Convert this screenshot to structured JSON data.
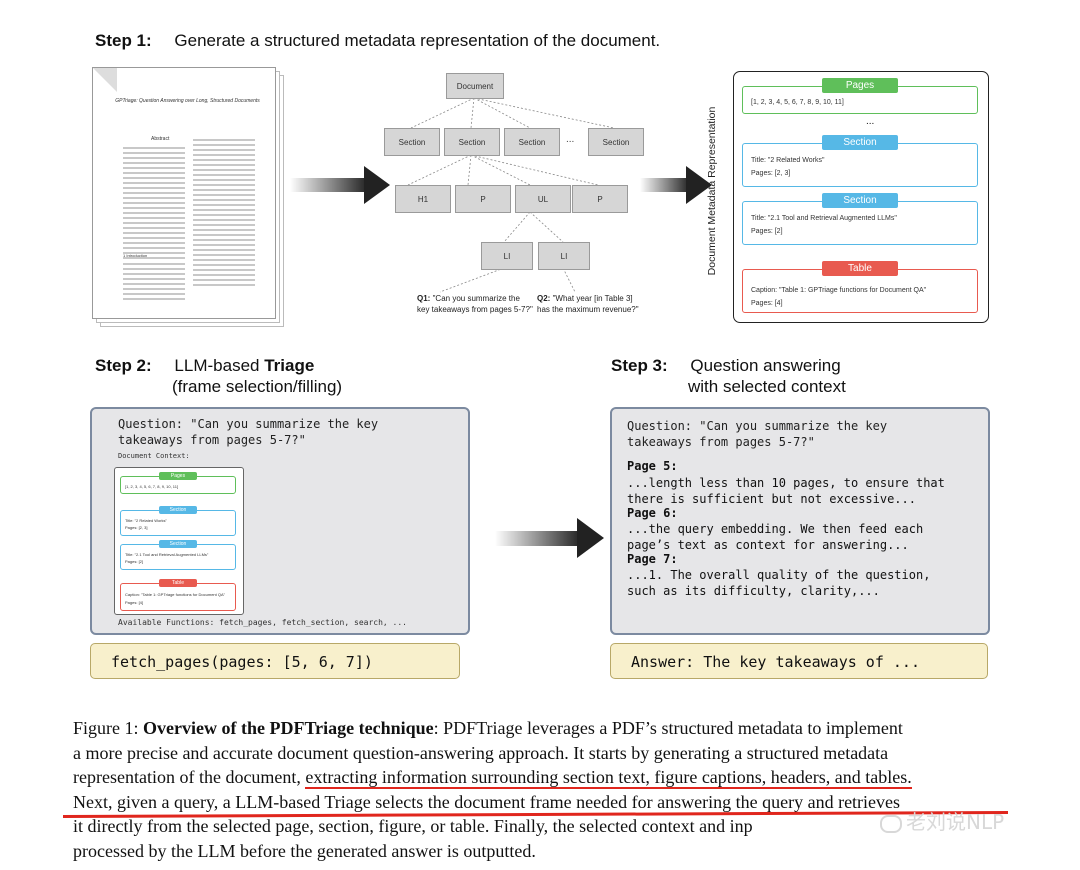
{
  "step1": {
    "label": "Step 1:",
    "text": "Generate a structured metadata representation of the document."
  },
  "doc_thumbnail": {
    "title": "GPTriage: Question Answering over Long, Structured Documents",
    "section_word": "Abstract",
    "intro_word": "1 Introduction"
  },
  "tree": {
    "root": "Document",
    "sections": [
      "Section",
      "Section",
      "Section",
      "...",
      "Section"
    ],
    "children": [
      "H1",
      "P",
      "UL",
      "P"
    ],
    "leaves": [
      "LI",
      "LI"
    ],
    "q1_label": "Q1:",
    "q1_text": "\"Can you summarize the key takeaways from pages 5-7?\"",
    "q2_label": "Q2:",
    "q2_text": "\"What year [in Table 3] has the maximum revenue?\""
  },
  "metadata": {
    "vertical_label": "Document Metadata Representation",
    "ellipsis": "...",
    "cards": [
      {
        "header": "Pages",
        "color": "#5fbf5a",
        "lines": [
          "[1, 2, 3, 4, 5, 6, 7, 8, 9, 10, 11]"
        ]
      },
      {
        "header": "Section",
        "color": "#56b8e6",
        "lines": [
          "Title: \"2 Related Works\"",
          "Pages: [2, 3]"
        ]
      },
      {
        "header": "Section",
        "color": "#56b8e6",
        "lines": [
          "Title: \"2.1 Tool and Retrieval Augmented LLMs\"",
          "Pages: [2]"
        ]
      },
      {
        "header": "Table",
        "color": "#e85a4f",
        "lines": [
          "Caption: \"Table 1: GPTriage functions for Document QA\"",
          "Pages: [4]"
        ]
      }
    ]
  },
  "step2": {
    "label": "Step 2:",
    "text_plain": "LLM-based ",
    "text_bold": "Triage",
    "line2": "(frame selection/filling)"
  },
  "step3": {
    "label": "Step 3:",
    "line1": "Question answering",
    "line2": "with selected context"
  },
  "panel2": {
    "question": "Question: \"Can you summarize the key\ntakeaways from pages 5-7?\"",
    "doc_context": "Document Context:",
    "mini_cards": [
      {
        "header": "Pages",
        "color": "#5fbf5a",
        "lines": [
          "[1, 2, 3, 4, 5, 6, 7, 8, 9, 10, 11]"
        ]
      },
      {
        "header": "Section",
        "color": "#56b8e6",
        "lines": [
          "Title: \"2 Related Works\"",
          "Pages: [2, 3]"
        ]
      },
      {
        "header": "Section",
        "color": "#56b8e6",
        "lines": [
          "Title: \"2.1 Tool and Retrieval Augmented LLMs\"",
          "Pages: [2]"
        ]
      },
      {
        "header": "Table",
        "color": "#e85a4f",
        "lines": [
          "Caption: \"Table 1: GPTriage functions for Document QA\"",
          "Pages: [4]"
        ]
      }
    ],
    "functions": "Available Functions: fetch_pages, fetch_section, search, ..."
  },
  "call_box": "fetch_pages(pages: [5, 6, 7])",
  "panel3": {
    "question": "Question: \"Can you summarize the key\ntakeaways from pages 5-7?\"",
    "pages": [
      {
        "label": "Page 5:",
        "text": "...length less than 10 pages, to ensure that\nthere is sufficient but not excessive..."
      },
      {
        "label": "Page 6:",
        "text": "...the query embedding. We then feed each\npage’s text as context for answering..."
      },
      {
        "label": "Page 7:",
        "text": "...1. The overall quality of the question,\nsuch as its difficulty, clarity,..."
      }
    ]
  },
  "answer_box": "Answer: The key takeaways of ...",
  "caption": {
    "prefix": "Figure 1: ",
    "bold": "Overview of the PDFTriage technique",
    "line1_rest": ": PDFTriage leverages a PDF’s structured metadata to implement",
    "line2": "a more precise and accurate document question-answering approach. It starts by generating a structured metadata",
    "line3a": "representation of the document, ",
    "line3b": "extracting information surrounding section text, figure captions, headers, and tables.",
    "line4": "Next, given a query, a LLM-based Triage selects the document frame needed for answering the query and retrieves",
    "line5": "it directly from the selected page, section, figure, or table. Finally, the selected context and inp",
    "line6": "processed by the LLM before the generated answer is outputted."
  },
  "watermark": "老刘说NLP",
  "colors": {
    "underline": "#e0261d",
    "panel_border": "#7c8aa0",
    "answer_bg": "#f8f0cc",
    "answer_border": "#b8a868"
  }
}
